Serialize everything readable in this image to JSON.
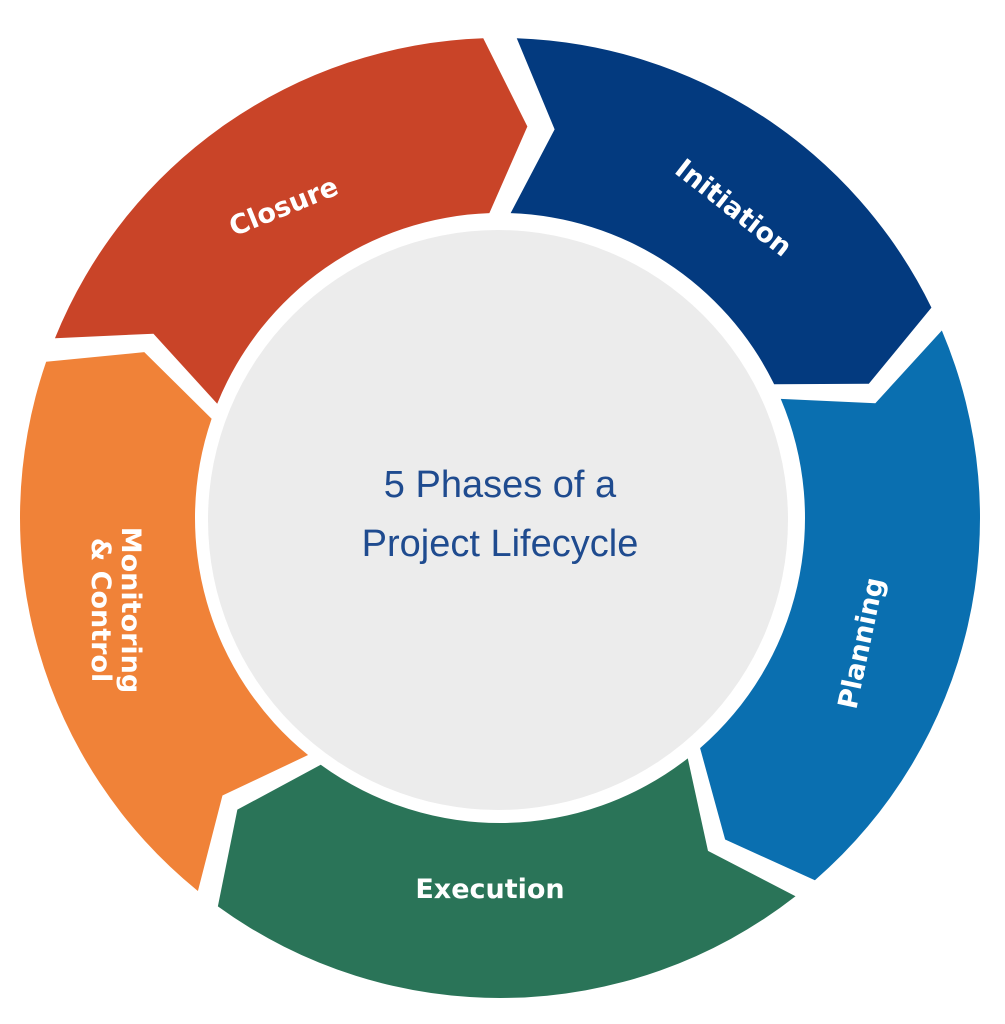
{
  "title_lines": [
    "5 Phases of a",
    "Project Lifecycle"
  ],
  "phases": [
    {
      "label": "Initiation",
      "color": "#033a7f"
    },
    {
      "label": "Planning",
      "color": "#0a6fb0"
    },
    {
      "label": "Execution",
      "color": "#2a7458"
    },
    {
      "label": "Monitoring",
      "label2": "& Control",
      "color": "#f08238"
    },
    {
      "label": "Closure",
      "color": "#c94428"
    }
  ],
  "center_color": "#ececec"
}
